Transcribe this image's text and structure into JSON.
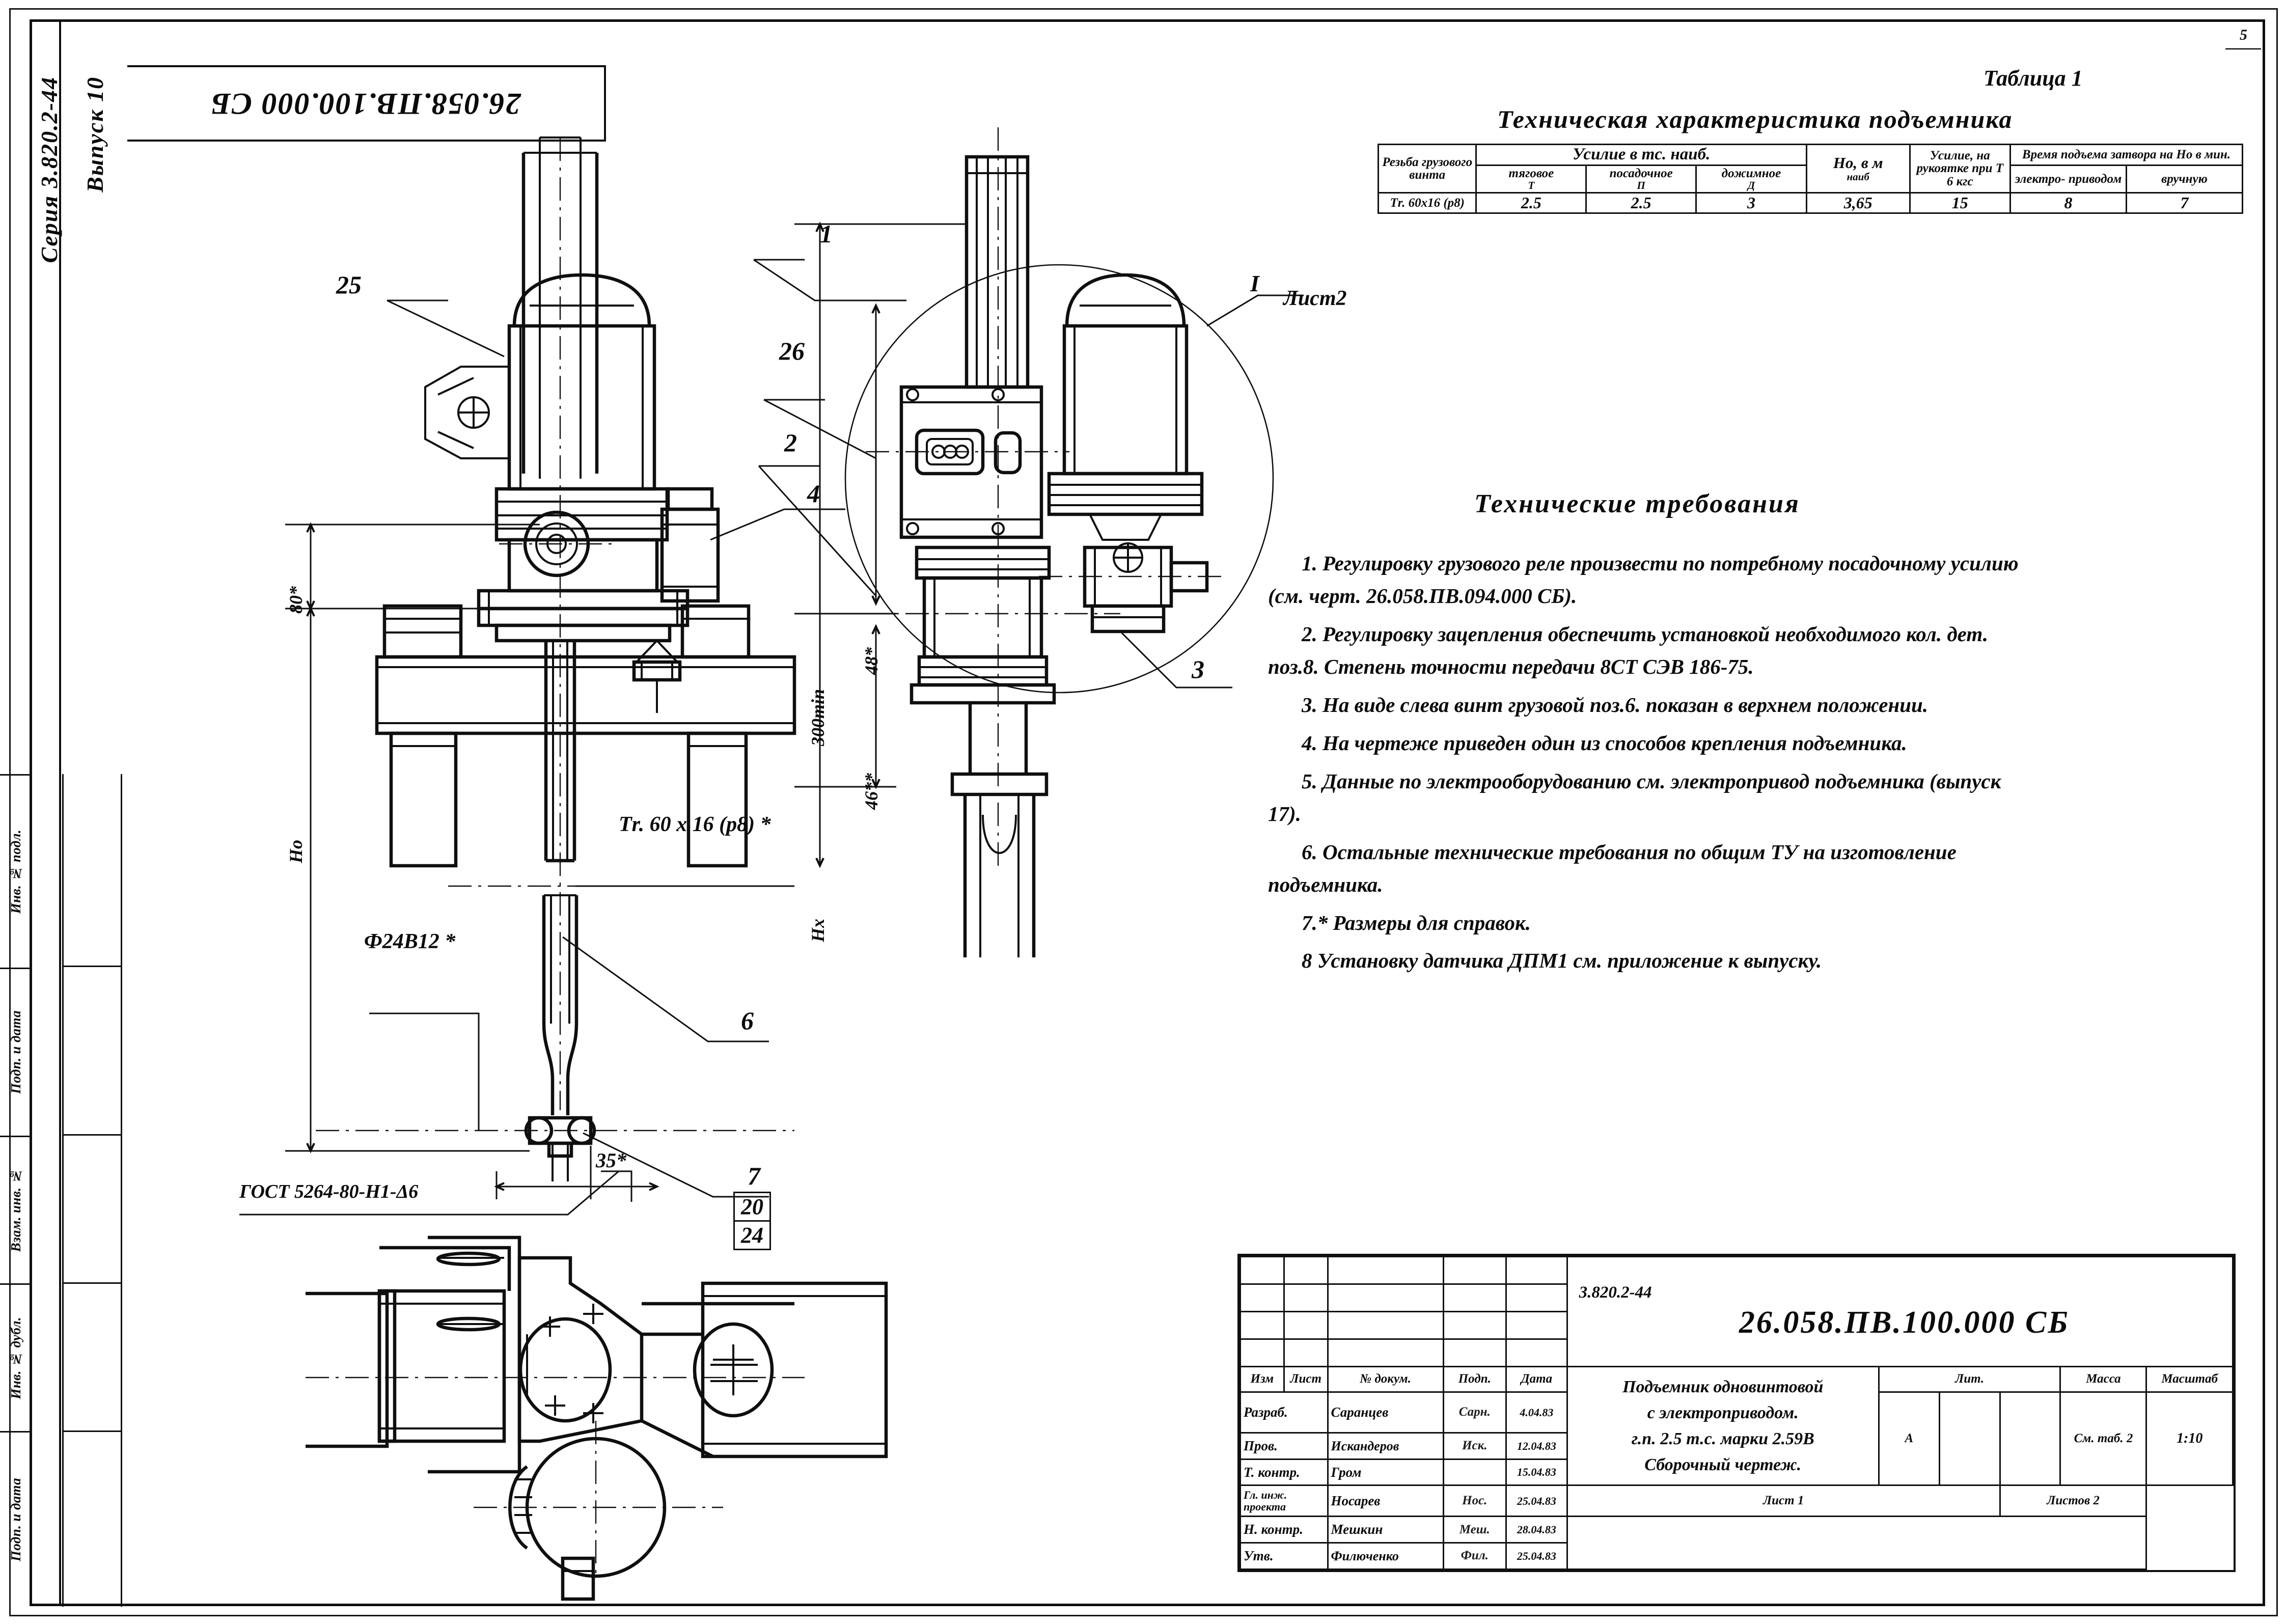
{
  "sheet": {
    "designation_top": "26.058.ПВ.100.000 СБ",
    "series": "Серия  3.820.2-44",
    "issue": "Выпуск 10",
    "corner_page": "5"
  },
  "left_margin": {
    "cells": [
      "Инв. № подл.",
      "Подп. и дата",
      "Взам. инв. №",
      "Инв. № дубл.",
      "Подп. и дата"
    ]
  },
  "table1": {
    "caption": "Таблица 1",
    "title": "Техническая   характеристика  подъемника",
    "headers": {
      "c1": "Резьба грузового винта",
      "c2": "Усилие в тс. наиб.",
      "c2a": "тяговое",
      "c2a_sub": "Т",
      "c2b": "посадочное",
      "c2b_sub": "П",
      "c2c": "дожимное",
      "c2c_sub": "Д",
      "c3": "Но, в м",
      "c3_sub": "наиб",
      "c4": "Усилие, на рукоятке при Т 6 кгс",
      "c5": "Время подъема затвора на Но в мин.",
      "c5a": "электро- приводом",
      "c5b": "вручную"
    },
    "row": {
      "thread": "Тr. 60x16 (р8)",
      "tyagovoe": "2.5",
      "posadochnoe": "2.5",
      "dozhimnoe": "3",
      "ho": "3,65",
      "usilie": "15",
      "elektro": "8",
      "vruchnuyu": "7"
    }
  },
  "tech_req": {
    "title": "Технические  требования",
    "items": [
      "1.  Регулировку грузового реле произвести по потребному посадочному усилию (см. черт. 26.058.ПВ.094.000 СБ).",
      "2.  Регулировку зацепления обеспечить установкой необходимого кол. дет. поз.8. Степень точности передачи 8СТ СЭВ 186-75.",
      "3. На виде слева винт грузовой  поз.6. показан в верхнем положении.",
      "4. На чертеже  приведен один из способов крепления подъемника.",
      "5. Данные по электрооборудованию см. электропривод подъемника (выпуск 17).",
      "6. Остальные технические требования по общим ТУ на изготовление подъемника.",
      "7.* Размеры для  справок.",
      "8 Установку датчика ДПМ1 см. приложение к выпуску."
    ]
  },
  "callouts": {
    "list2": "Лист2",
    "section_mark": "I",
    "gost_weld": "ГОСТ 5264-80-Н1-Δ6",
    "thread": "Тr. 60 x 16 (р8) *",
    "dia": "Ф24В12 *",
    "dim_35": "35*",
    "dim_80": "80*",
    "dim_48": "48*",
    "dim_46": "46**",
    "dim_300": "300min",
    "dim_Ho": "Но",
    "dim_Hx": "Нх"
  },
  "pos_numbers": {
    "p1": "1",
    "p2": "2",
    "p3": "3",
    "p4": "4",
    "p6": "6",
    "p7": "7",
    "p20": "20",
    "p24": "24",
    "p25": "25",
    "p26": "26"
  },
  "title_block": {
    "series_code": "3.820.2-44",
    "designation": "26.058.ПВ.100.000 СБ",
    "product_name_lines": [
      "Подъемник одновинтовой",
      "с электроприводом.",
      "г.п. 2.5 т.с.  марки 2.59В",
      "Сборочный чертеж."
    ],
    "rev_headers": [
      "Изм",
      "Лист",
      "№ докум.",
      "Подп.",
      "Дата"
    ],
    "rows": [
      {
        "role": "Разраб.",
        "name": "Саранцев",
        "sign": "Сарн.",
        "date": "4.04.83"
      },
      {
        "role": "Пров.",
        "name": "Искандеров",
        "sign": "Иск.",
        "date": "12.04.83"
      },
      {
        "role": "Т. контр.",
        "name": "Гром",
        "sign": "",
        "date": "15.04.83"
      },
      {
        "role": "Гл. инж. проекта",
        "name": "Носарев",
        "sign": "Нос.",
        "date": "25.04.83"
      },
      {
        "role": "Н. контр.",
        "name": "Мешкин",
        "sign": "Меш.",
        "date": "28.04.83"
      },
      {
        "role": "Утв.",
        "name": "Филюченко",
        "sign": "Фил.",
        "date": "25.04.83"
      }
    ],
    "lit_header": "Лит.",
    "mass_header": "Масса",
    "scale_header": "Масштаб",
    "lit_value": "А",
    "mass_value": "См. таб. 2",
    "scale_value": "1:10",
    "sheet_label": "Лист 1",
    "sheets_label": "Листов 2"
  },
  "colors": {
    "ink": "#141414",
    "paper": "#fdfdfb"
  }
}
